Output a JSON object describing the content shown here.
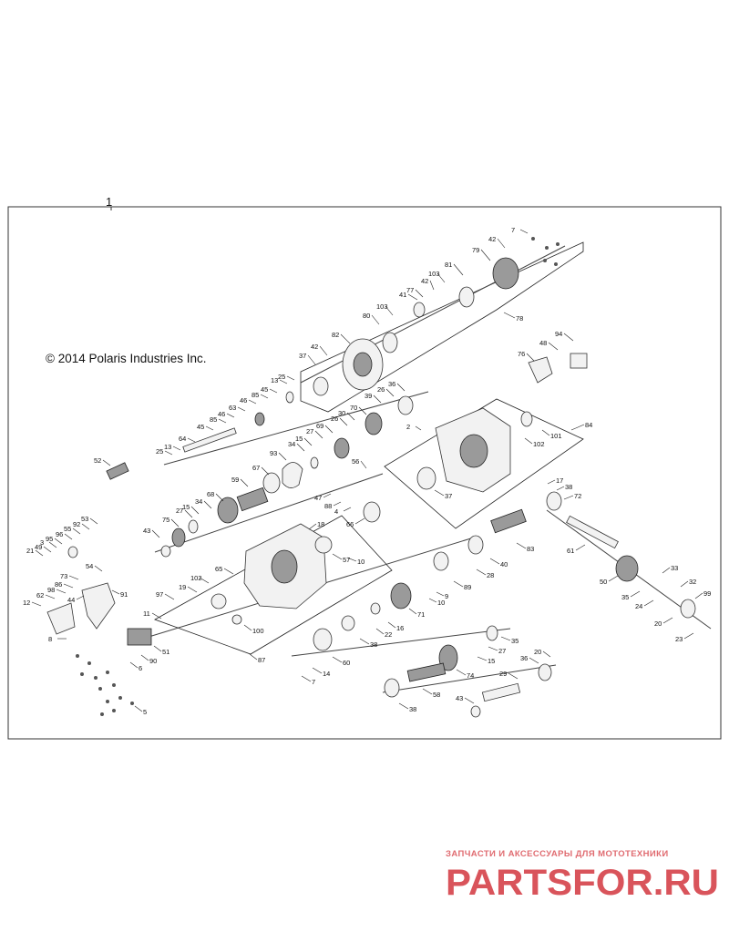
{
  "assembly_callout": "1",
  "copyright": "© 2014 Polaris Industries Inc.",
  "watermark": {
    "subtitle": "ЗАПЧАСТИ И АКСЕССУАРЫ ДЛЯ МОТОТЕХНИКИ",
    "brand": "PARTSFOR.RU"
  },
  "part_labels": [
    {
      "id": "lbl-7a",
      "text": "7"
    },
    {
      "id": "lbl-42a",
      "text": "42"
    },
    {
      "id": "lbl-79",
      "text": "79"
    },
    {
      "id": "lbl-81",
      "text": "81"
    },
    {
      "id": "lbl-103a",
      "text": "103"
    },
    {
      "id": "lbl-42b",
      "text": "42"
    },
    {
      "id": "lbl-77",
      "text": "77"
    },
    {
      "id": "lbl-41",
      "text": "41"
    },
    {
      "id": "lbl-103b",
      "text": "103"
    },
    {
      "id": "lbl-80",
      "text": "80"
    },
    {
      "id": "lbl-78",
      "text": "78"
    },
    {
      "id": "lbl-82",
      "text": "82"
    },
    {
      "id": "lbl-42c",
      "text": "42"
    },
    {
      "id": "lbl-37a",
      "text": "37"
    },
    {
      "id": "lbl-25a",
      "text": "25"
    },
    {
      "id": "lbl-13a",
      "text": "13"
    },
    {
      "id": "lbl-45a",
      "text": "45"
    },
    {
      "id": "lbl-85a",
      "text": "85"
    },
    {
      "id": "lbl-46a",
      "text": "46"
    },
    {
      "id": "lbl-63",
      "text": "63"
    },
    {
      "id": "lbl-46b",
      "text": "46"
    },
    {
      "id": "lbl-85b",
      "text": "85"
    },
    {
      "id": "lbl-45b",
      "text": "45"
    },
    {
      "id": "lbl-64",
      "text": "64"
    },
    {
      "id": "lbl-13b",
      "text": "13"
    },
    {
      "id": "lbl-25b",
      "text": "25"
    },
    {
      "id": "lbl-36a",
      "text": "36"
    },
    {
      "id": "lbl-26a",
      "text": "26"
    },
    {
      "id": "lbl-39",
      "text": "39"
    },
    {
      "id": "lbl-70",
      "text": "70"
    },
    {
      "id": "lbl-30",
      "text": "30"
    },
    {
      "id": "lbl-26b",
      "text": "26"
    },
    {
      "id": "lbl-69",
      "text": "69"
    },
    {
      "id": "lbl-27a",
      "text": "27"
    },
    {
      "id": "lbl-15a",
      "text": "15"
    },
    {
      "id": "lbl-34a",
      "text": "34"
    },
    {
      "id": "lbl-93",
      "text": "93"
    },
    {
      "id": "lbl-67",
      "text": "67"
    },
    {
      "id": "lbl-52",
      "text": "52"
    },
    {
      "id": "lbl-59",
      "text": "59"
    },
    {
      "id": "lbl-68",
      "text": "68"
    },
    {
      "id": "lbl-34b",
      "text": "34"
    },
    {
      "id": "lbl-15b",
      "text": "15"
    },
    {
      "id": "lbl-27b",
      "text": "27"
    },
    {
      "id": "lbl-75",
      "text": "75"
    },
    {
      "id": "lbl-43a",
      "text": "43"
    },
    {
      "id": "lbl-94",
      "text": "94"
    },
    {
      "id": "lbl-48",
      "text": "48"
    },
    {
      "id": "lbl-76",
      "text": "76"
    },
    {
      "id": "lbl-84",
      "text": "84"
    },
    {
      "id": "lbl-2",
      "text": "2"
    },
    {
      "id": "lbl-101",
      "text": "101"
    },
    {
      "id": "lbl-102a",
      "text": "102"
    },
    {
      "id": "lbl-56",
      "text": "56"
    },
    {
      "id": "lbl-47",
      "text": "47"
    },
    {
      "id": "lbl-88",
      "text": "88"
    },
    {
      "id": "lbl-4",
      "text": "4"
    },
    {
      "id": "lbl-66",
      "text": "66"
    },
    {
      "id": "lbl-37b",
      "text": "37"
    },
    {
      "id": "lbl-17",
      "text": "17"
    },
    {
      "id": "lbl-38a",
      "text": "38"
    },
    {
      "id": "lbl-72",
      "text": "72"
    },
    {
      "id": "lbl-53",
      "text": "53"
    },
    {
      "id": "lbl-92",
      "text": "92"
    },
    {
      "id": "lbl-55",
      "text": "55"
    },
    {
      "id": "lbl-96",
      "text": "96"
    },
    {
      "id": "lbl-95",
      "text": "95"
    },
    {
      "id": "lbl-3",
      "text": "3"
    },
    {
      "id": "lbl-49",
      "text": "49"
    },
    {
      "id": "lbl-21",
      "text": "21"
    },
    {
      "id": "lbl-18",
      "text": "18"
    },
    {
      "id": "lbl-57",
      "text": "57"
    },
    {
      "id": "lbl-10a",
      "text": "10"
    },
    {
      "id": "lbl-83",
      "text": "83"
    },
    {
      "id": "lbl-61",
      "text": "61"
    },
    {
      "id": "lbl-54",
      "text": "54"
    },
    {
      "id": "lbl-73",
      "text": "73"
    },
    {
      "id": "lbl-86",
      "text": "86"
    },
    {
      "id": "lbl-98",
      "text": "98"
    },
    {
      "id": "lbl-62",
      "text": "62"
    },
    {
      "id": "lbl-12",
      "text": "12"
    },
    {
      "id": "lbl-44",
      "text": "44"
    },
    {
      "id": "lbl-91",
      "text": "91"
    },
    {
      "id": "lbl-65",
      "text": "65"
    },
    {
      "id": "lbl-102b",
      "text": "102"
    },
    {
      "id": "lbl-19",
      "text": "19"
    },
    {
      "id": "lbl-97",
      "text": "97"
    },
    {
      "id": "lbl-11",
      "text": "11"
    },
    {
      "id": "lbl-40",
      "text": "40"
    },
    {
      "id": "lbl-28",
      "text": "28"
    },
    {
      "id": "lbl-89",
      "text": "89"
    },
    {
      "id": "lbl-9",
      "text": "9"
    },
    {
      "id": "lbl-10b",
      "text": "10"
    },
    {
      "id": "lbl-71",
      "text": "71"
    },
    {
      "id": "lbl-50",
      "text": "50"
    },
    {
      "id": "lbl-33",
      "text": "33"
    },
    {
      "id": "lbl-32",
      "text": "32"
    },
    {
      "id": "lbl-35a",
      "text": "35"
    },
    {
      "id": "lbl-24",
      "text": "24"
    },
    {
      "id": "lbl-99",
      "text": "99"
    },
    {
      "id": "lbl-20a",
      "text": "20"
    },
    {
      "id": "lbl-23",
      "text": "23"
    },
    {
      "id": "lbl-16",
      "text": "16"
    },
    {
      "id": "lbl-22",
      "text": "22"
    },
    {
      "id": "lbl-8",
      "text": "8"
    },
    {
      "id": "lbl-100",
      "text": "100"
    },
    {
      "id": "lbl-38b",
      "text": "38"
    },
    {
      "id": "lbl-60",
      "text": "60"
    },
    {
      "id": "lbl-35b",
      "text": "35"
    },
    {
      "id": "lbl-27c",
      "text": "27"
    },
    {
      "id": "lbl-15c",
      "text": "15"
    },
    {
      "id": "lbl-20b",
      "text": "20"
    },
    {
      "id": "lbl-36b",
      "text": "36"
    },
    {
      "id": "lbl-29",
      "text": "29"
    },
    {
      "id": "lbl-74",
      "text": "74"
    },
    {
      "id": "lbl-51",
      "text": "51"
    },
    {
      "id": "lbl-90",
      "text": "90"
    },
    {
      "id": "lbl-6",
      "text": "6"
    },
    {
      "id": "lbl-87",
      "text": "87"
    },
    {
      "id": "lbl-14",
      "text": "14"
    },
    {
      "id": "lbl-7b",
      "text": "7"
    },
    {
      "id": "lbl-58",
      "text": "58"
    },
    {
      "id": "lbl-38c",
      "text": "38"
    },
    {
      "id": "lbl-43b",
      "text": "43"
    },
    {
      "id": "lbl-5",
      "text": "5"
    }
  ]
}
